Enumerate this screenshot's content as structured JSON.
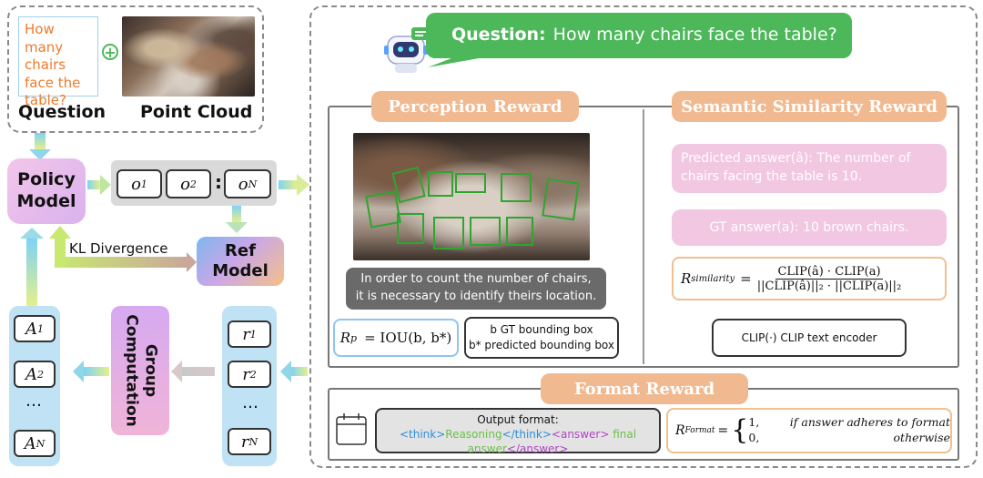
{
  "input": {
    "question_text": "How many chairs face the table?",
    "question_label": "Question",
    "pointcloud_label": "Point Cloud"
  },
  "policy": {
    "label_line1": "Policy",
    "label_line2": "Model",
    "outputs": [
      "o",
      "o",
      "o"
    ],
    "output_subs": [
      "1",
      "2",
      "N"
    ],
    "ellipsis": ":"
  },
  "kl_label": "KL Divergence",
  "ref": {
    "label_line1": "Ref",
    "label_line2": "Model"
  },
  "advantages": {
    "symbols": [
      "A",
      "A",
      "A"
    ],
    "subs": [
      "1",
      "2",
      "N"
    ],
    "dots": "…"
  },
  "rewards_col": {
    "symbols": [
      "r",
      "r",
      "r"
    ],
    "subs": [
      "1",
      "2",
      "N"
    ],
    "dots": "…"
  },
  "group_computation": {
    "line1": "Group",
    "line2": "Computation"
  },
  "question_banner": {
    "label": "Question:",
    "text": "How many chairs face the table?"
  },
  "perception": {
    "title": "Perception Reward",
    "caption_line1": "In order to count the number of chairs,",
    "caption_line2": "it is necessary to identify theirs location.",
    "formula_lhs": "R",
    "formula_sub": "p",
    "formula_rhs": "= IOU(b, b*)",
    "legend_line1": "b GT bounding box",
    "legend_line2": "b* predicted bounding box"
  },
  "semantic": {
    "title": "Semantic Similarity Reward",
    "predicted_line1": "Predicted answer(â): The number of",
    "predicted_line2": "chairs facing the table is 10.",
    "gt_text": "GT answer(a): 10 brown chairs.",
    "formula_lhs": "R",
    "formula_sub": "similarity",
    "formula_eq": "=",
    "formula_num": "CLIP(â) · CLIP(a)",
    "formula_den": "||CLIP(â)||₂ · ||CLIP(a)||₂",
    "clip_note": "CLIP(·) CLIP text encoder"
  },
  "format": {
    "title": "Format Reward",
    "output_label": "Output format:",
    "think_open": "<think>",
    "reasoning": "Reasoning",
    "think_close": "</think>",
    "answer_open": "<answer>",
    "final": " final",
    "answer_word": "answer",
    "answer_close": "</answer>",
    "formula_lhs": "R",
    "formula_sub": "Format",
    "formula_eq": "=",
    "case1_val": "1,",
    "case1_cond": "if answer adheres to format",
    "case2_val": "0,",
    "case2_cond": "otherwise"
  },
  "colors": {
    "orange_text": "#f07a2a",
    "banner_green": "#4cb85a",
    "pill_orange": "#f1b98f",
    "pink_box": "#f2c7e2",
    "tag_blue": "#2b8fd8",
    "reason_green": "#6cc04a",
    "tag_purple": "#b044c4",
    "bbox_green": "#2ea52e"
  }
}
